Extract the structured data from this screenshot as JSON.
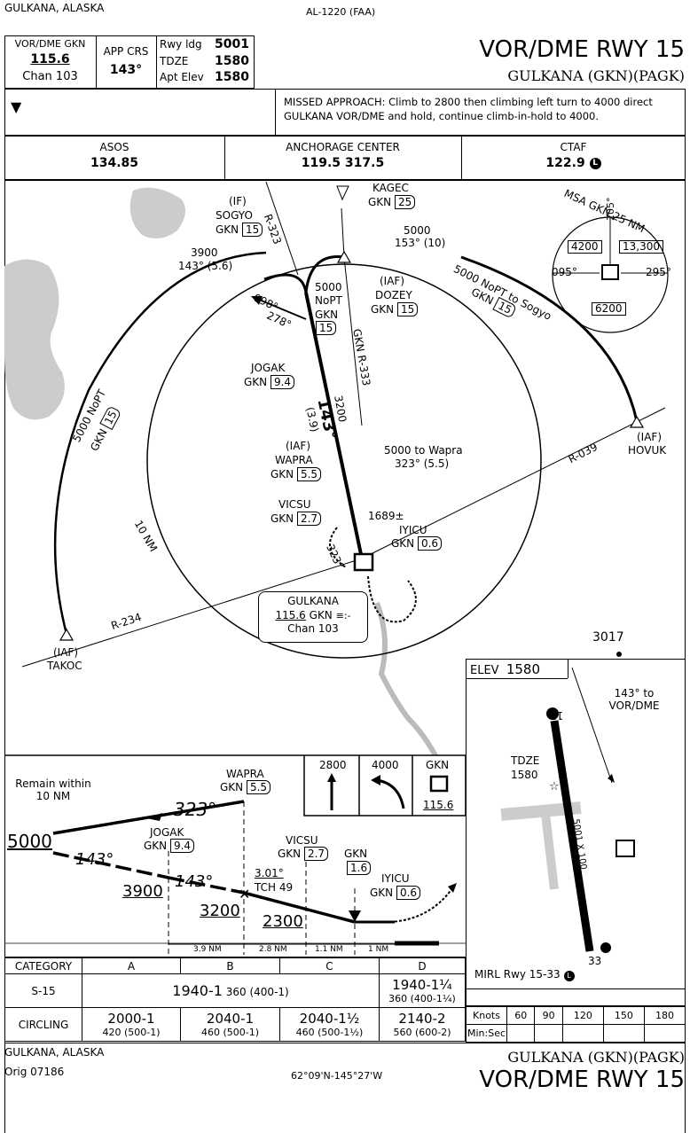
{
  "header": {
    "location": "GULKANA, ALASKA",
    "procedure_id": "AL-1220 (FAA)",
    "title": "VOR/DME RWY 15",
    "airport": "GULKANA (GKN)(PAGK)",
    "nav_label": "VOR/DME GKN",
    "nav_freq": "115.6",
    "nav_chan": "Chan 103",
    "app_crs_label": "APP CRS",
    "app_crs": "143°",
    "rwy_ldg_label": "Rwy ldg",
    "rwy_ldg": "5001",
    "tdze_label": "TDZE",
    "tdze": "1580",
    "apt_elev_label": "Apt Elev",
    "apt_elev": "1580",
    "missed_approach": "MISSED APPROACH: Climb to 2800 then climbing left turn to 4000 direct GULKANA VOR/DME and hold, continue climb-in-hold to 4000.",
    "alt_min_symbol": "▼"
  },
  "comms": {
    "asos_label": "ASOS",
    "asos": "134.85",
    "center_label": "ANCHORAGE CENTER",
    "center": "119.5 317.5",
    "ctaf_label": "CTAF",
    "ctaf": "122.9"
  },
  "plan": {
    "fixes": {
      "kagec": "KAGEC",
      "kagec_dme": "25",
      "sogyo_if": "(IF)",
      "sogyo": "SOGYO",
      "sogyo_dme": "15",
      "dozey_iaf": "(IAF)",
      "dozey": "DOZEY",
      "dozey_dme": "15",
      "jogak": "JOGAK",
      "jogak_dme": "9.4",
      "wapra_iaf": "(IAF)",
      "wapra": "WAPRA",
      "wapra_dme": "5.5",
      "vicsu": "VICSU",
      "vicsu_dme": "2.7",
      "iyicu": "IYICU",
      "iyicu_dme": "0.6",
      "hovuk_iaf": "(IAF)",
      "hovuk": "HOVUK",
      "takoc_iaf": "(IAF)",
      "takoc": "TAKOC"
    },
    "gkn": "GKN",
    "labels": {
      "kagec_route": "5000",
      "kagec_route2": "153° (10)",
      "sogyo_route": "3900",
      "sogyo_route2": "143° (5.6)",
      "nopt_5000": "5000",
      "nopt": "NoPT",
      "nopt_dme": "15",
      "r323": "R-323",
      "r333": "GKN R-333",
      "r039": "R-039",
      "r234": "R-234",
      "alt3200": "3200",
      "crs143": "143°",
      "crs143_dist": "(3.9)",
      "hold098": "098°",
      "hold278": "278°",
      "hovuk_route": "5000 NoPT to Sogyo",
      "hovuk_dme": "15",
      "takoc_route": "5000 NoPT",
      "takoc_dme": "15",
      "wapra_route": "5000 to Wapra",
      "wapra_route2": "323° (5.5)",
      "obst": "1689±",
      "hold323": "323°",
      "ring": "10 NM",
      "spot_elev": "3017"
    },
    "navaid": {
      "name": "GULKANA",
      "freq": "115.6",
      "id": "GKN",
      "chan": "Chan 103"
    },
    "msa": {
      "title": "MSA GKN 25 NM",
      "nw": "4200",
      "ne": "13,300",
      "s": "6200",
      "brg_w": "095°",
      "brg_e": "295°",
      "brg_n": "205°"
    }
  },
  "profile": {
    "remain": "Remain within 10 NM",
    "wapra": "WAPRA",
    "wapra_dme": "5.5",
    "crs323": "323°",
    "alt5000": "5000",
    "crs143a": "143°",
    "jogak": "JOGAK",
    "jogak_dme": "9.4",
    "crs143b": "143°",
    "alt3900": "3900",
    "alt3200": "3200",
    "vicsu": "VICSU",
    "vicsu_dme": "2.7",
    "gpa": "3.01°",
    "tch": "TCH 49",
    "alt2300": "2300",
    "gkn": "GKN",
    "gkn_dme": "1.6",
    "iyicu": "IYICU",
    "iyicu_dme": "0.6",
    "dist1": "3.9 NM",
    "dist2": "2.8 NM",
    "dist3": "1.1 NM",
    "dist4": "1 NM",
    "missed_icons": {
      "climb": "2800",
      "turn": "4000",
      "fix": "GKN",
      "fix_freq": "115.6"
    }
  },
  "minimums": {
    "category_label": "CATEGORY",
    "cats": [
      "A",
      "B",
      "C",
      "D"
    ],
    "s15_label": "S-15",
    "s15_abc": "1940-1",
    "s15_abc_sub": "360 (400-1)",
    "s15_d": "1940-1¼",
    "s15_d_sub": "360 (400-1¼)",
    "circling_label": "CIRCLING",
    "circling": [
      {
        "main": "2000-1",
        "sub": "420 (500-1)"
      },
      {
        "main": "2040-1",
        "sub": "460 (500-1)"
      },
      {
        "main": "2040-1½",
        "sub": "460 (500-1½)"
      },
      {
        "main": "2140-2",
        "sub": "560 (600-2)"
      }
    ]
  },
  "airport_diagram": {
    "elev_label": "ELEV",
    "elev": "1580",
    "note": "143° to VOR/DME",
    "tdze_label": "TDZE",
    "tdze": "1580",
    "rwy_top": "15",
    "rwy_bot": "33",
    "rwy_dims": "5001 X 100",
    "lighting": "MIRL Rwy 15-33"
  },
  "speed_table": {
    "knots_label": "Knots",
    "minsec_label": "Min:Sec",
    "knots": [
      "60",
      "90",
      "120",
      "150",
      "180"
    ]
  },
  "footer": {
    "location": "GULKANA, ALASKA",
    "orig": "Orig 07186",
    "coords": "62°09'N-145°27'W",
    "airport": "GULKANA (GKN)(PAGK)",
    "title": "VOR/DME RWY 15"
  }
}
